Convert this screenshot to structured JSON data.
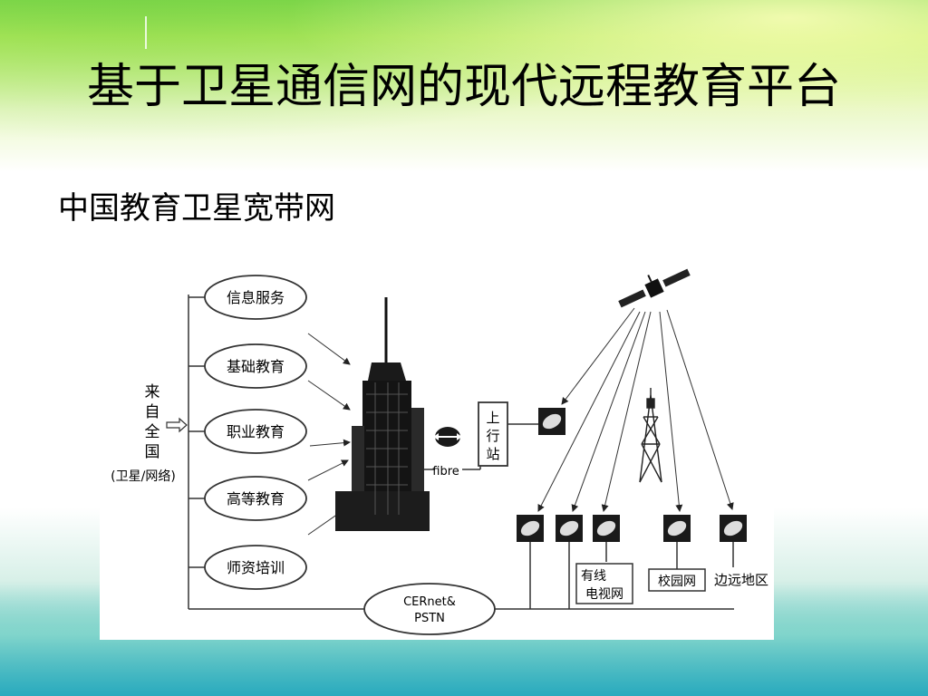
{
  "slide": {
    "title": "基于卫星通信网的现代远程教育平台",
    "subtitle": "中国教育卫星宽带网"
  },
  "diagram": {
    "services": [
      "信息服务",
      "基础教育",
      "职业教育",
      "高等教育",
      "师资培训"
    ],
    "source_label": [
      "来",
      "自",
      "全",
      "国"
    ],
    "source_note": "(卫星/网络)",
    "fibre_label": "fibre",
    "uplink_label": [
      "上",
      "行",
      "站"
    ],
    "network_label_lines": [
      "CERnet&",
      "PSTN"
    ],
    "cable_tv_lines": [
      "有线",
      "电视网"
    ],
    "campus_label": "校园网",
    "remote_label": "边远地区"
  }
}
